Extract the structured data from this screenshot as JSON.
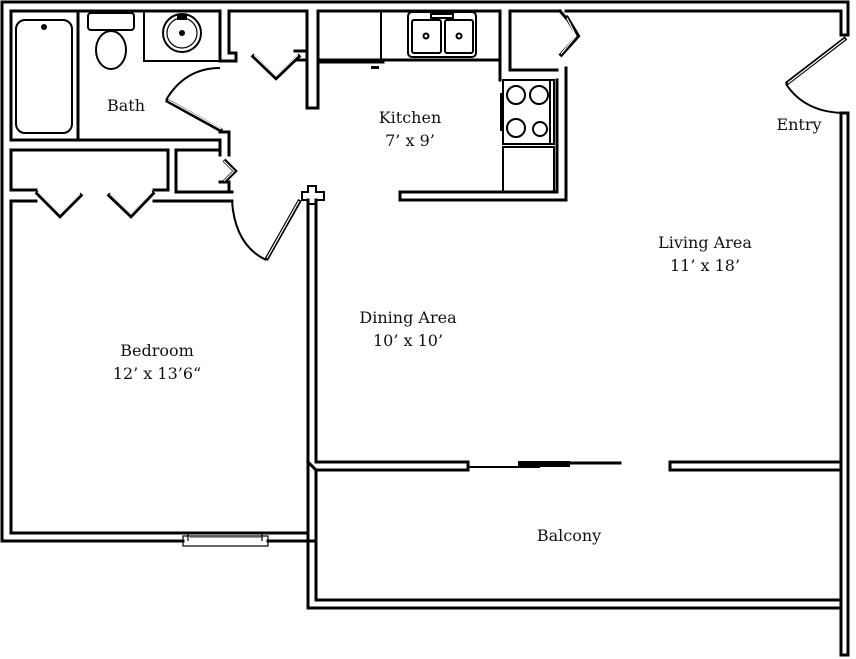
{
  "plan": {
    "type": "apartment floor plan",
    "line_color": "#000000",
    "background_color": "#ffffff"
  },
  "rooms": {
    "bath": {
      "name": "Bath",
      "dimensions": ""
    },
    "kitchen": {
      "name": "Kitchen",
      "dimensions": "7’ x 9’"
    },
    "entry": {
      "name": "Entry",
      "dimensions": ""
    },
    "living": {
      "name": "Living Area",
      "dimensions": "11’ x 18’"
    },
    "dining": {
      "name": "Dining Area",
      "dimensions": "10’ x 10’"
    },
    "bedroom": {
      "name": "Bedroom",
      "dimensions": "12’ x 13’6“"
    },
    "balcony": {
      "name": "Balcony",
      "dimensions": ""
    }
  },
  "fixtures": {
    "bathtub": "bathtub-icon",
    "toilet": "toilet-icon",
    "sink": "sink-icon",
    "kitchen_sink": "double-sink-icon",
    "stove": "stove-icon",
    "refrigerator": "refrigerator-icon"
  }
}
